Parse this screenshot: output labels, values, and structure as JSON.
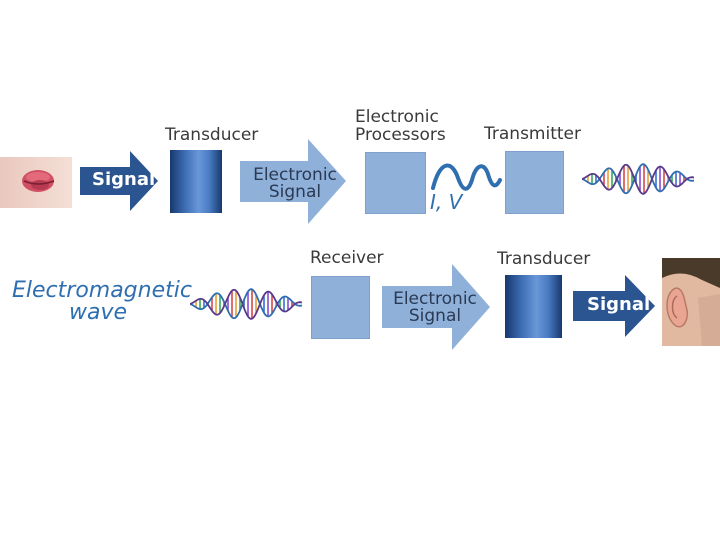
{
  "row1": {
    "signal_arrow_label": "Signal",
    "transducer_label": "Transducer",
    "electronic_signal_label": [
      "Electronic",
      "Signal"
    ],
    "processors_label": [
      "Electronic",
      "Processors"
    ],
    "iv_label": "I, V",
    "transmitter_label": "Transmitter"
  },
  "row2": {
    "em_wave_label": [
      "Electromagnetic",
      "wave"
    ],
    "receiver_label": "Receiver",
    "electronic_signal_label": [
      "Electronic",
      "Signal"
    ],
    "transducer_label": "Transducer",
    "signal_arrow_label": "Signal"
  },
  "colors": {
    "dark_arrow": "#2a5590",
    "light_arrow": "#8fb0d8",
    "box": "#8fb0d8",
    "italic_label": "#2f6fb0"
  }
}
